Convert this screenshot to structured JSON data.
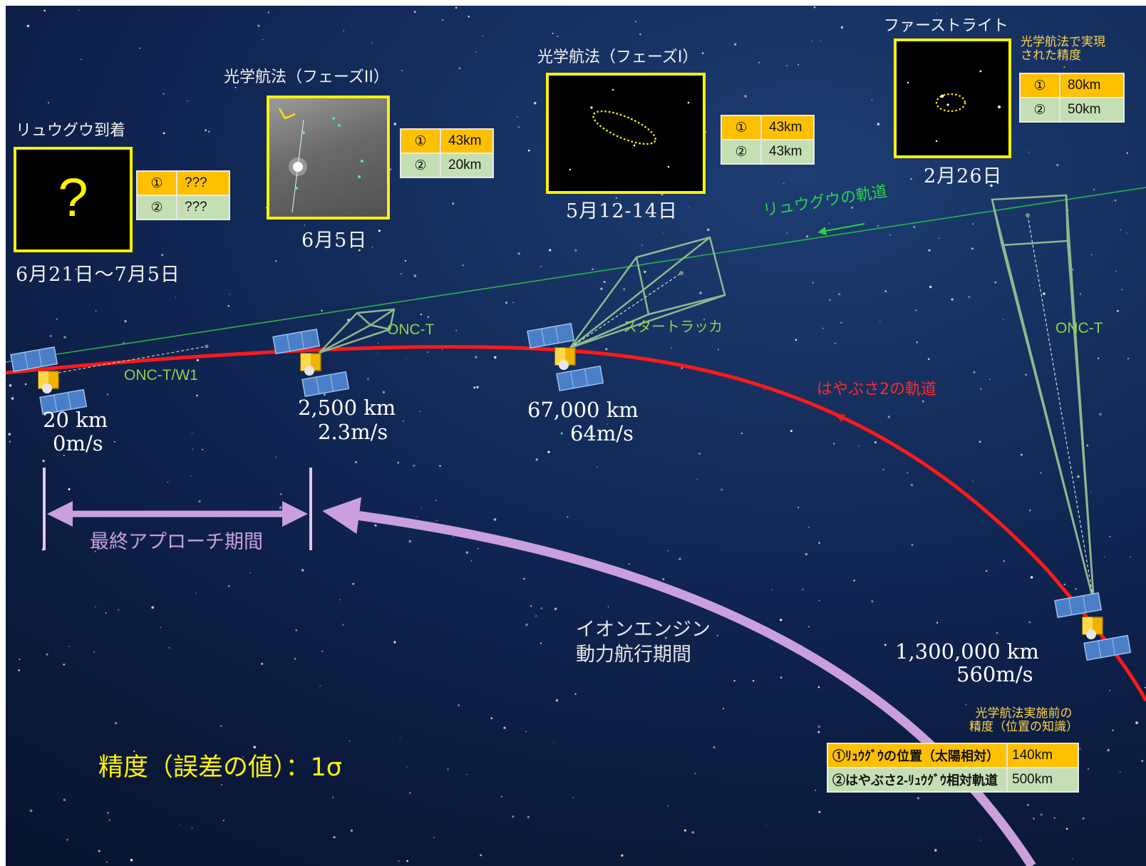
{
  "title_accuracy": "精度（誤差の値）：1σ",
  "stages": [
    {
      "title": "リュウグウ到着",
      "caption": "6月21日〜7月5日",
      "image_symbol": "?",
      "acc1": "???",
      "acc2": "???",
      "distance": "20 km",
      "speed": "0m/s"
    },
    {
      "title": "光学航法（フェーズII）",
      "caption": "6月5日",
      "acc1": "43km",
      "acc2": "20km",
      "distance": "2,500 km",
      "speed": "2.3m/s"
    },
    {
      "title": "光学航法（フェーズI）",
      "caption": "5月12-14日",
      "acc1": "43km",
      "acc2": "43km",
      "distance": "67,000 km",
      "speed": "64m/s"
    },
    {
      "title": "ファーストライト",
      "caption": "2月26日",
      "acc1": "80km",
      "acc2": "50km",
      "distance": "1,300,000 km",
      "speed": "560m/s"
    }
  ],
  "row_markers": {
    "r1": "①",
    "r2": "②"
  },
  "realized_accuracy_label": "光学航法で実現された精度",
  "realized_accuracy_lines": [
    "光学航法で実現",
    "された精度"
  ],
  "prior_accuracy": {
    "label_lines": [
      "光学航法実施前の",
      "精度（位置の知識）"
    ],
    "rows": [
      {
        "label": "①ﾘｭｳｸﾞｳの位置（太陽相対）",
        "value": "140km"
      },
      {
        "label": "②はやぶさ2-ﾘｭｳｸﾞｳ相対軌道",
        "value": "500km"
      }
    ]
  },
  "labels": {
    "ryugu_orbit": "リュウグウの軌道",
    "hayabusa_orbit": "はやぶさ2の軌道",
    "onc_t_w1": "ONC-T/W1",
    "onc_t_1": "ONC-T",
    "onc_t_2": "ONC-T",
    "star_tracker": "スタートラッカ",
    "final_approach": "最終アプローチ期間",
    "ion_engine_line1": "イオンエンジン",
    "ion_engine_line2": "動力航行期間"
  },
  "colors": {
    "hayabusa_orbit": "#ff1a1a",
    "ryugu_orbit": "#2bb34a",
    "accent_yellow": "#fff200",
    "arc_purple": "#c9a0dc",
    "fov_cone": "#9bc29b"
  }
}
